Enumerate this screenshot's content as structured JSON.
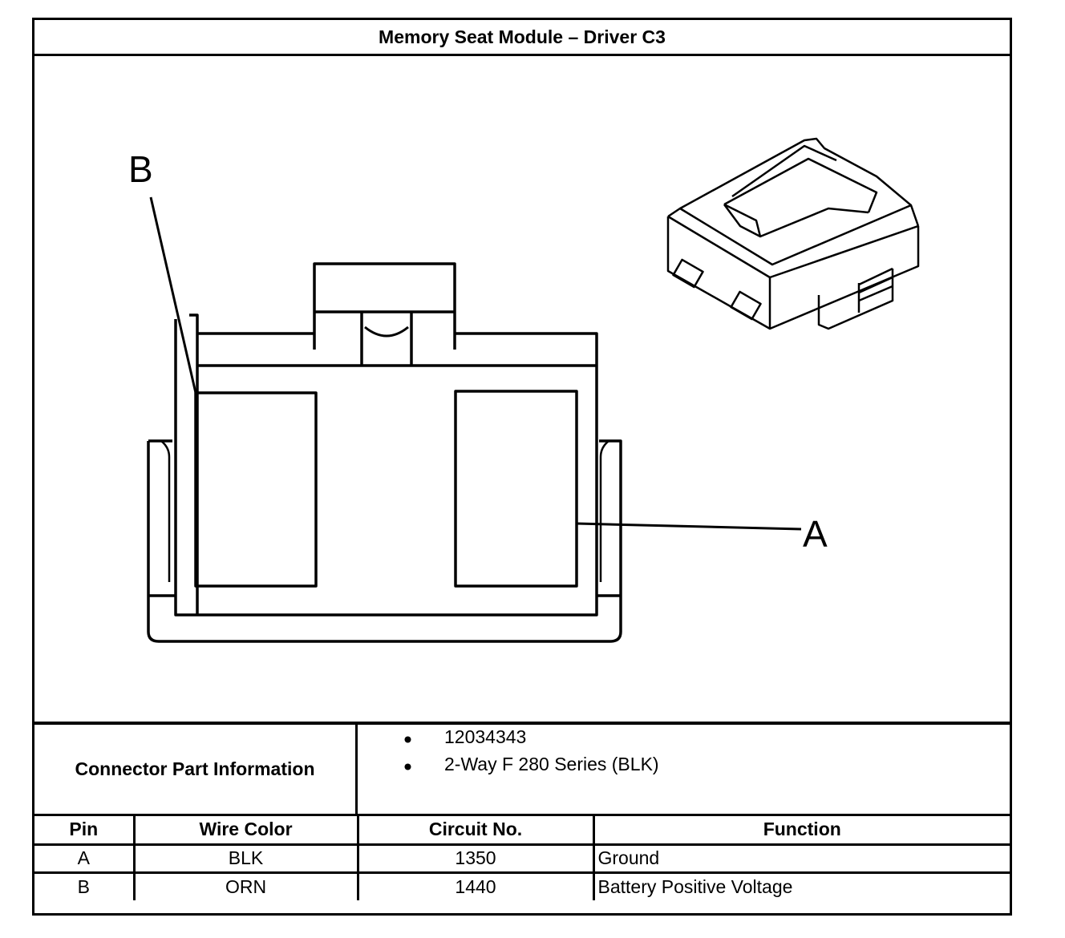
{
  "title": "Memory Seat Module – Driver C3",
  "diagram": {
    "pin_labels": {
      "a": "A",
      "b": "B"
    }
  },
  "connector_info": {
    "label": "Connector Part Information",
    "items": [
      "12034343",
      "2-Way F 280 Series (BLK)"
    ]
  },
  "pin_table": {
    "headers": {
      "pin": "Pin",
      "wire_color": "Wire Color",
      "circuit_no": "Circuit No.",
      "function": "Function"
    },
    "rows": [
      {
        "pin": "A",
        "wire_color": "BLK",
        "circuit_no": "1350",
        "function": "Ground"
      },
      {
        "pin": "B",
        "wire_color": "ORN",
        "circuit_no": "1440",
        "function": "Battery Positive Voltage"
      }
    ]
  }
}
